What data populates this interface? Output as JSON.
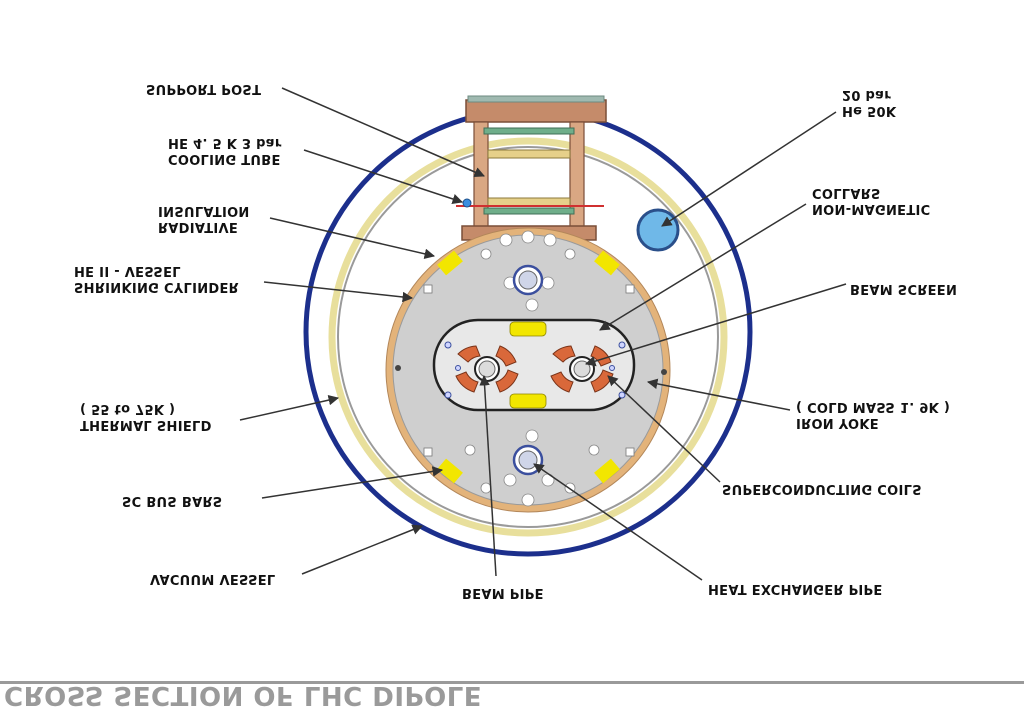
{
  "title": "CROSS SECTION OF LHC DIPOLE",
  "labels": {
    "support_post": "SUPPORT POST",
    "cooling_tube_line1": "HE 4. 5 K 3 bar",
    "cooling_tube_line2": "COOLING TUBE",
    "radiative_insulation_line1": "INSULATION",
    "radiative_insulation_line2": "RADIATIVE",
    "he_vessel_line1": "HE II - VESSEL",
    "he_vessel_line2": "SHRINKING CYLINDER",
    "thermal_shield_line1": "( 55 to 75K )",
    "thermal_shield_line2": "THERMAL SHIELD",
    "sc_bus_bars": "SC BUS BARS",
    "vacuum_vessel": "VACUUM VESSEL",
    "beam_pipe": "BEAM PIPE",
    "he50k_line1": "20 bar",
    "he50k_line2": "He 50K",
    "collars_line1": "COLLARS",
    "collars_line2": "NON-MAGNETIC",
    "beam_screen": "BEAM SCREEN",
    "iron_yoke_line1": "( COLD MASS 1. 9K )",
    "iron_yoke_line2": "IRON YOKE",
    "sc_coils": "SUPERCONDUCTING COILS",
    "heat_exchanger": "HEAT EXCHANGER PIPE"
  },
  "colors": {
    "vacuum_vessel": "#1c2f8c",
    "thermal_shield": "#e8df9c",
    "shield_gray": "#9a9a9a",
    "shrinking_cylinder": "#e3b37a",
    "iron_yoke": "#cfcfcf",
    "coils": "#d9683a",
    "bus_bars": "#f2e600",
    "he50k_pipe": "#6fb8e8",
    "title_gray": "#9a9a9a"
  }
}
